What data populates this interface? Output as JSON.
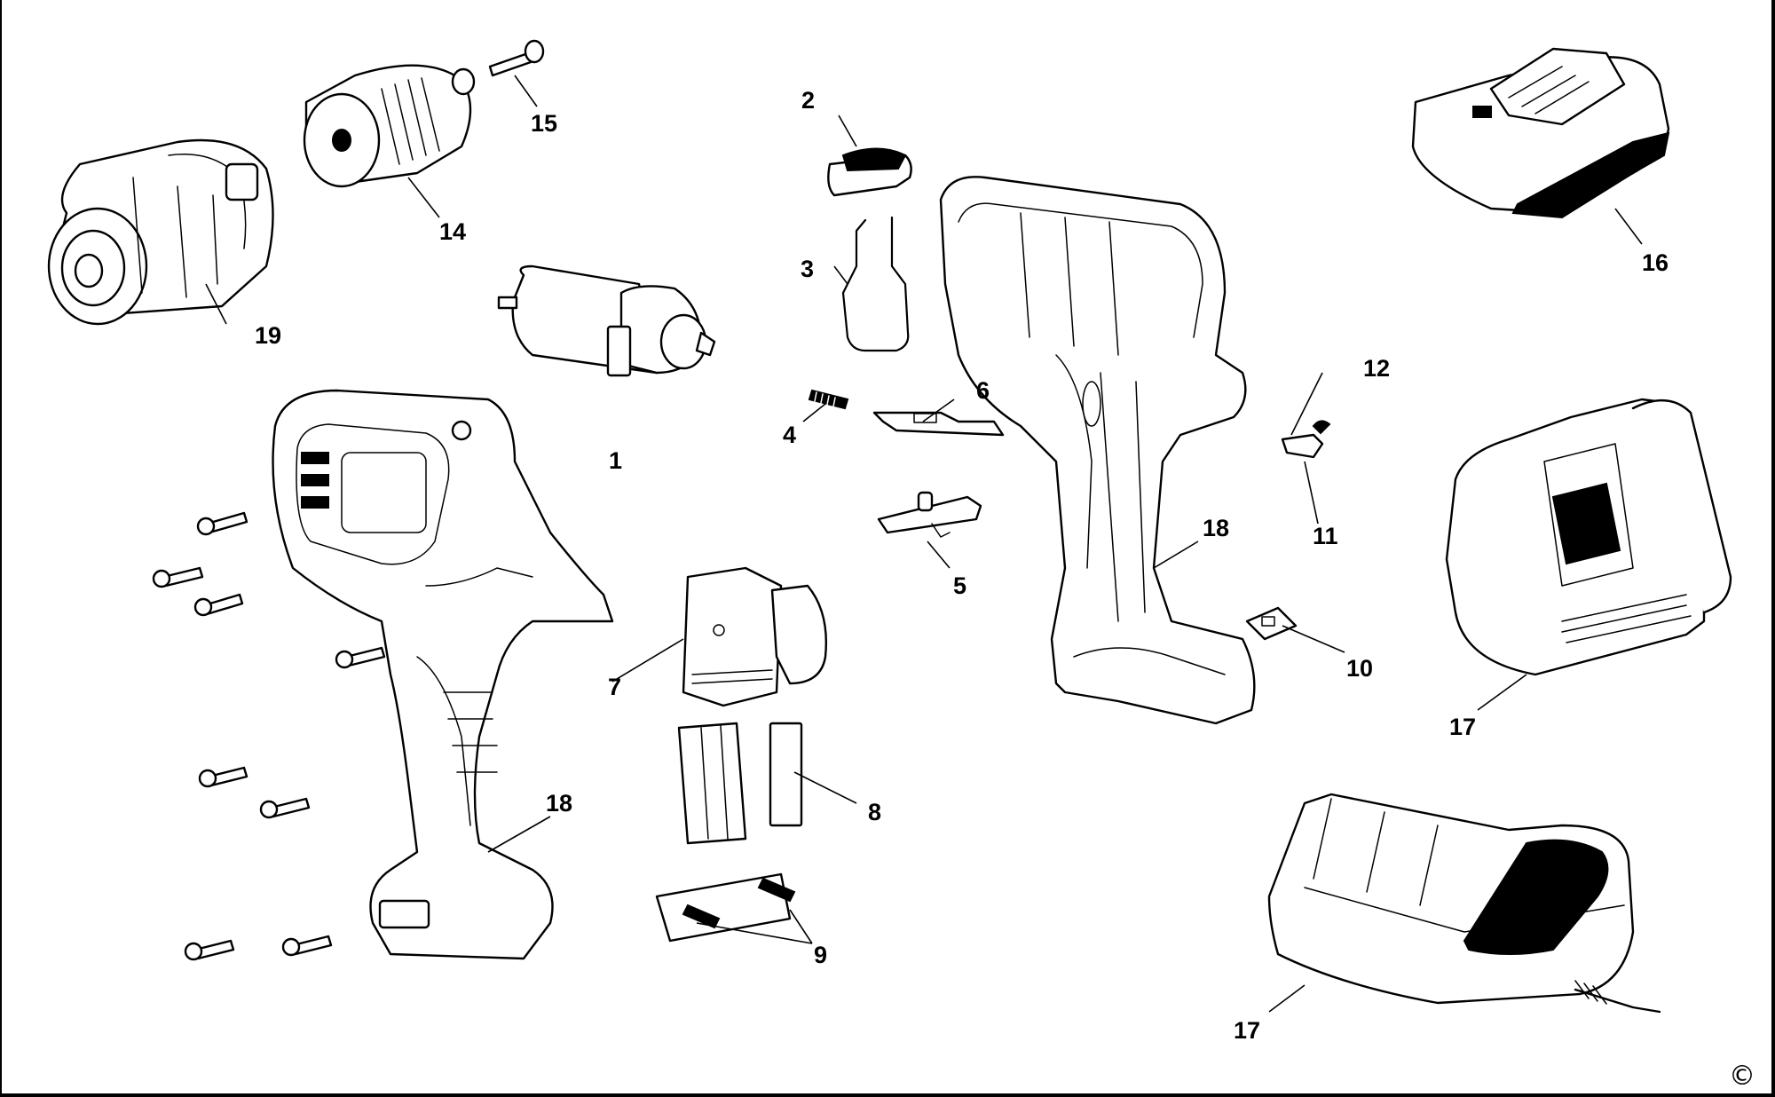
{
  "diagram": {
    "labels": {
      "p1": "1",
      "p2": "2",
      "p3": "3",
      "p4": "4",
      "p5": "5",
      "p6": "6",
      "p7": "7",
      "p8": "8",
      "p9": "9",
      "p10": "10",
      "p11": "11",
      "p12": "12",
      "p14": "14",
      "p15": "15",
      "p16": "16",
      "p17a": "17",
      "p17b": "17",
      "p18a": "18",
      "p18b": "18",
      "p19": "19"
    },
    "copyright": "©"
  }
}
